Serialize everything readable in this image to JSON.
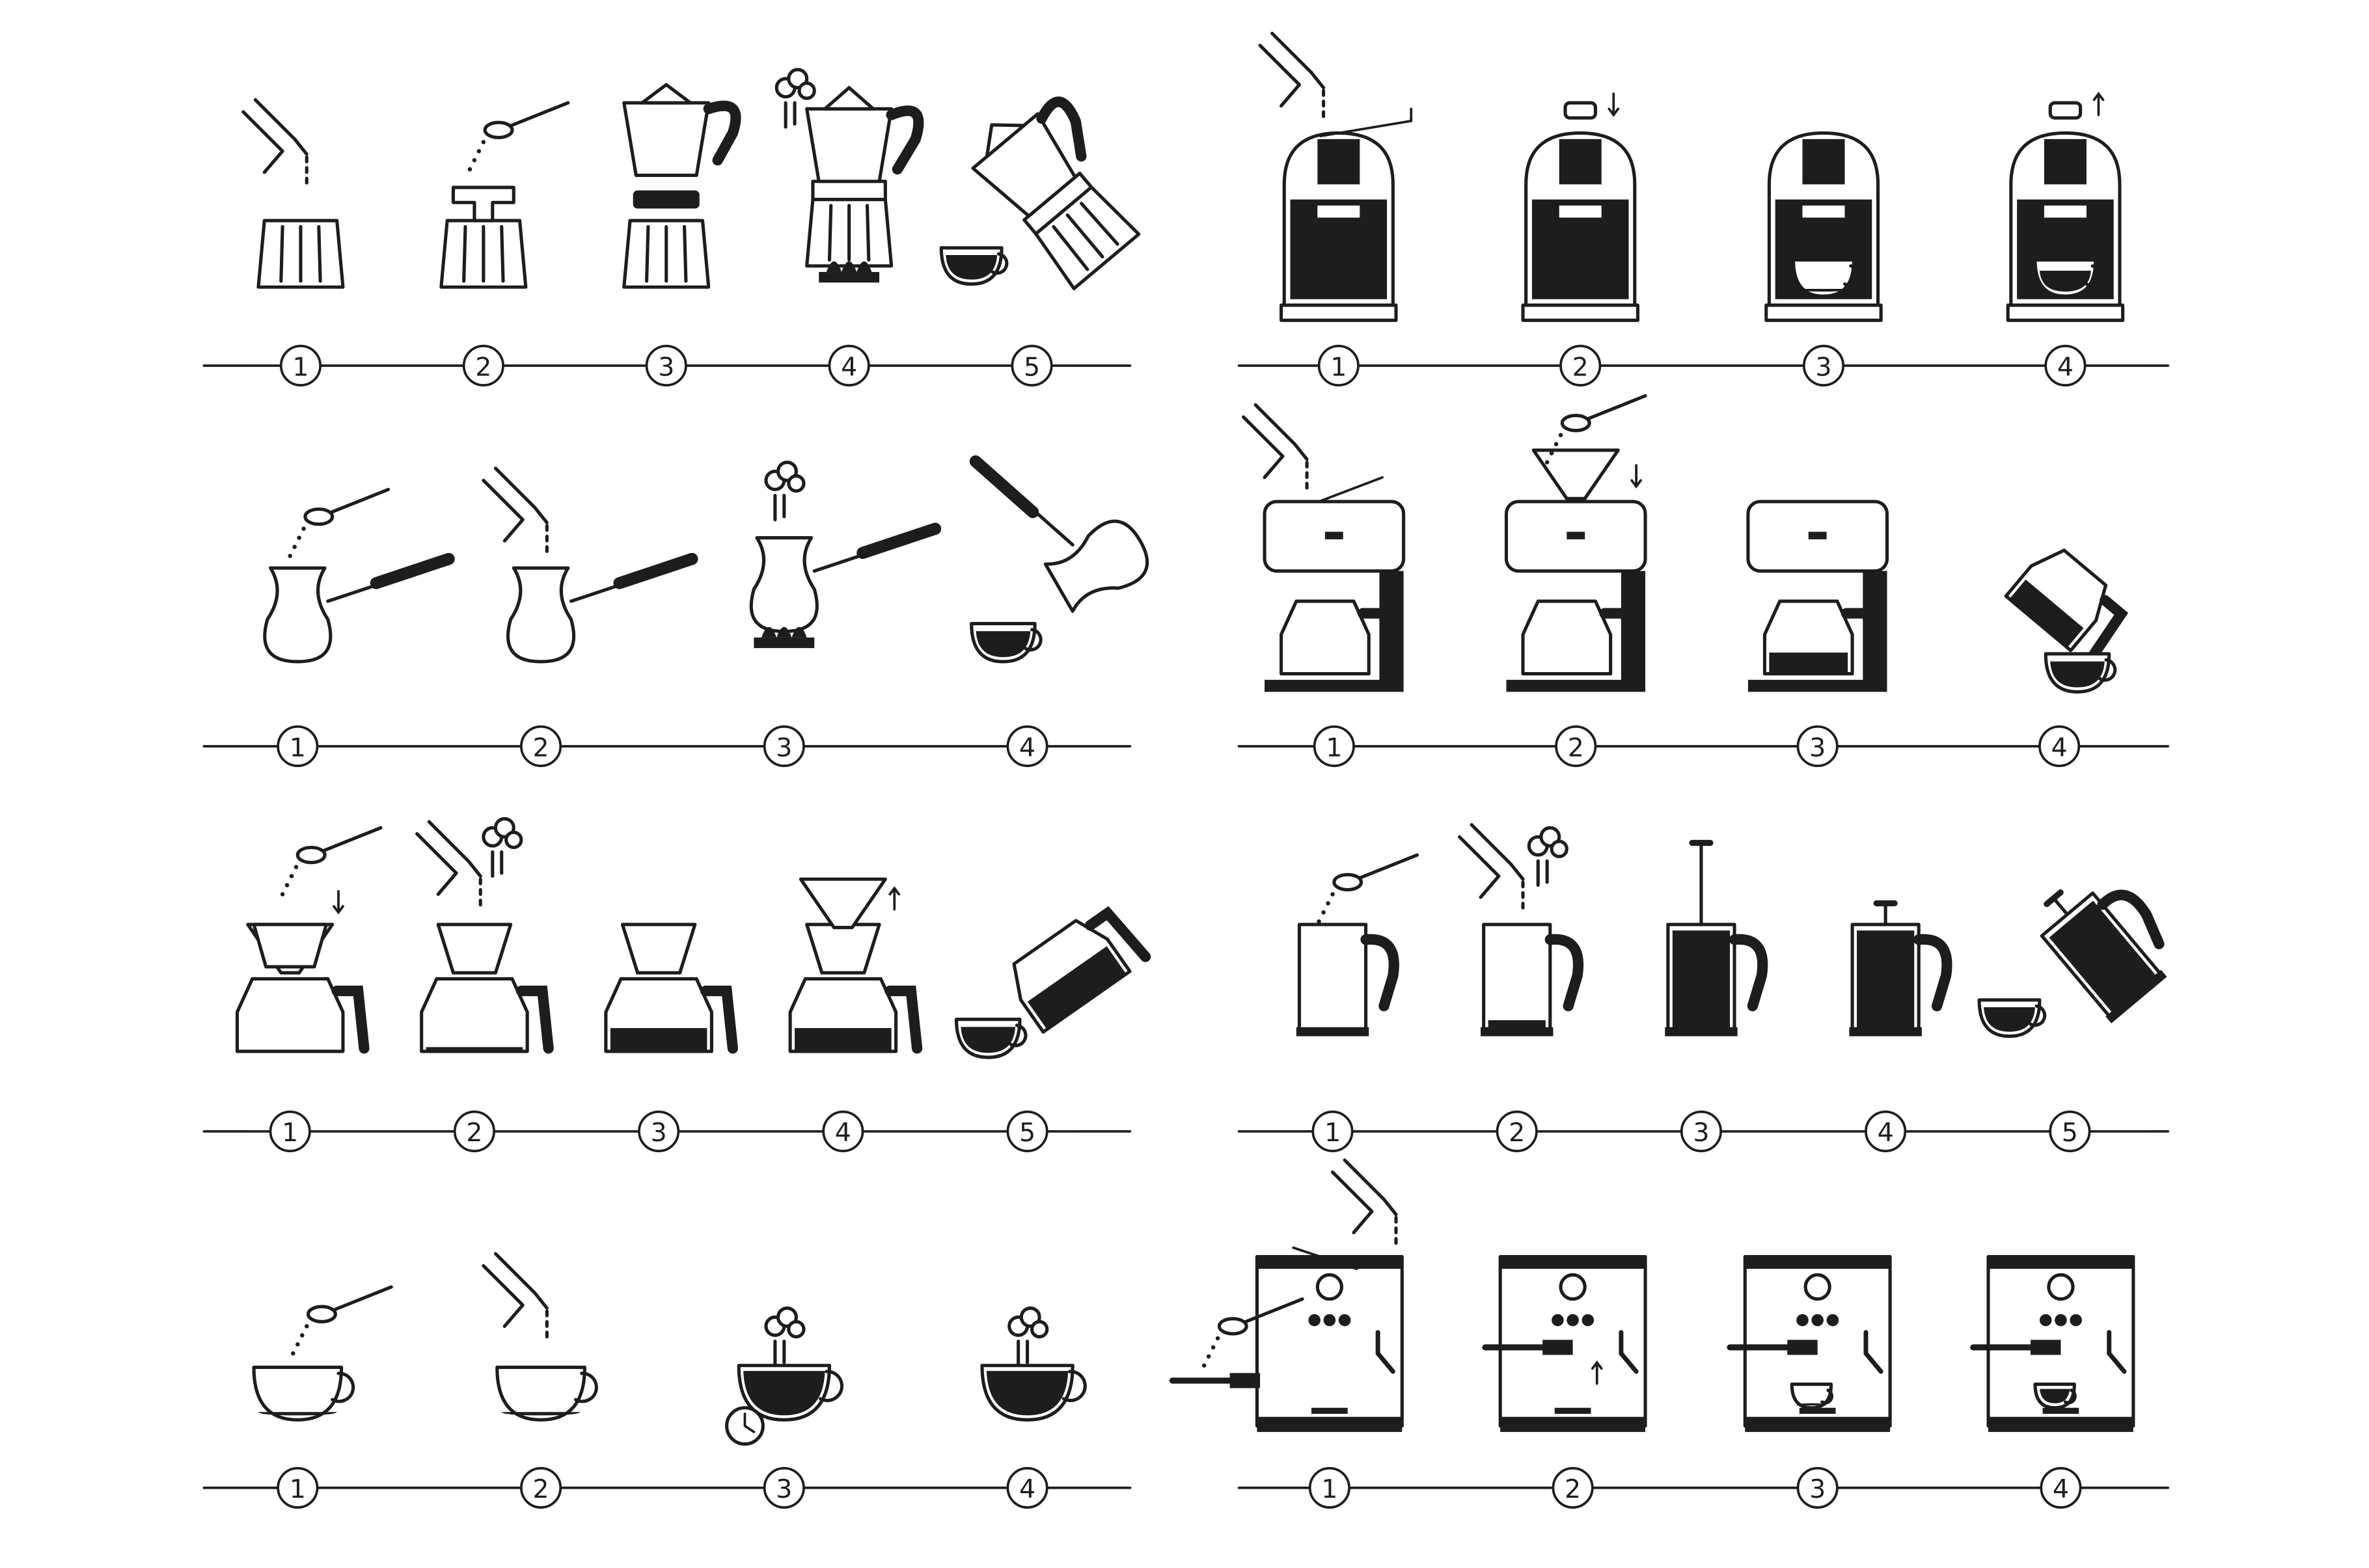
{
  "colors": {
    "ink": "#1d1d1b",
    "paper": "#ffffff"
  },
  "sections": [
    {
      "name": "moka-pot",
      "side": "left",
      "row": 0,
      "steps": [
        {
          "label": "1",
          "icon": "water-into-moka-base-icon",
          "kind": "moka-water"
        },
        {
          "label": "2",
          "icon": "coffee-into-moka-filter-icon",
          "kind": "moka-grounds"
        },
        {
          "label": "3",
          "icon": "assemble-moka-pot-icon",
          "kind": "moka-assemble"
        },
        {
          "label": "4",
          "icon": "moka-pot-on-stove-icon",
          "kind": "moka-heat"
        },
        {
          "label": "5",
          "icon": "pour-moka-into-cup-icon",
          "kind": "moka-pour"
        }
      ]
    },
    {
      "name": "cezve",
      "side": "left",
      "row": 1,
      "steps": [
        {
          "label": "1",
          "icon": "coffee-into-cezve-icon",
          "kind": "cezve-grounds"
        },
        {
          "label": "2",
          "icon": "water-into-cezve-icon",
          "kind": "cezve-water"
        },
        {
          "label": "3",
          "icon": "cezve-on-stove-icon",
          "kind": "cezve-heat"
        },
        {
          "label": "4",
          "icon": "pour-cezve-into-cup-icon",
          "kind": "cezve-pour"
        }
      ]
    },
    {
      "name": "pour-over",
      "side": "left",
      "row": 2,
      "steps": [
        {
          "label": "1",
          "icon": "coffee-into-dripper-icon",
          "kind": "po-grounds"
        },
        {
          "label": "2",
          "icon": "water-into-dripper-icon",
          "kind": "po-water"
        },
        {
          "label": "3",
          "icon": "dripping-into-carafe-icon",
          "kind": "po-drip"
        },
        {
          "label": "4",
          "icon": "remove-dripper-icon",
          "kind": "po-remove"
        },
        {
          "label": "5",
          "icon": "pour-carafe-into-cup-icon",
          "kind": "po-pour"
        }
      ]
    },
    {
      "name": "instant-cup",
      "side": "left",
      "row": 3,
      "steps": [
        {
          "label": "1",
          "icon": "coffee-into-cup-icon",
          "kind": "cup-grounds"
        },
        {
          "label": "2",
          "icon": "water-into-cup-icon",
          "kind": "cup-water"
        },
        {
          "label": "3",
          "icon": "cup-steeping-timer-icon",
          "kind": "cup-wait"
        },
        {
          "label": "4",
          "icon": "cup-ready-icon",
          "kind": "cup-ready"
        }
      ]
    },
    {
      "name": "capsule-machine",
      "side": "right",
      "row": 0,
      "steps": [
        {
          "label": "1",
          "icon": "water-into-capsule-machine-icon",
          "kind": "cap-water"
        },
        {
          "label": "2",
          "icon": "insert-capsule-icon",
          "kind": "cap-insert"
        },
        {
          "label": "3",
          "icon": "capsule-machine-brew-icon",
          "kind": "cap-brew"
        },
        {
          "label": "4",
          "icon": "remove-capsule-icon",
          "kind": "cap-remove"
        }
      ]
    },
    {
      "name": "drip-machine",
      "side": "right",
      "row": 1,
      "steps": [
        {
          "label": "1",
          "icon": "water-into-drip-machine-icon",
          "kind": "dm-water"
        },
        {
          "label": "2",
          "icon": "coffee-into-drip-filter-icon",
          "kind": "dm-grounds"
        },
        {
          "label": "3",
          "icon": "drip-machine-brewing-icon",
          "kind": "dm-brew"
        },
        {
          "label": "4",
          "icon": "pour-carafe-into-cup-icon",
          "kind": "dm-pour"
        }
      ]
    },
    {
      "name": "french-press",
      "side": "right",
      "row": 2,
      "steps": [
        {
          "label": "1",
          "icon": "coffee-into-french-press-icon",
          "kind": "fp-grounds"
        },
        {
          "label": "2",
          "icon": "water-into-french-press-icon",
          "kind": "fp-water"
        },
        {
          "label": "3",
          "icon": "french-press-steep-icon",
          "kind": "fp-steep"
        },
        {
          "label": "4",
          "icon": "press-plunger-icon",
          "kind": "fp-press"
        },
        {
          "label": "5",
          "icon": "pour-french-press-icon",
          "kind": "fp-pour"
        }
      ]
    },
    {
      "name": "espresso-machine",
      "side": "right",
      "row": 3,
      "steps": [
        {
          "label": "1",
          "icon": "fill-espresso-machine-icon",
          "kind": "es-fill"
        },
        {
          "label": "2",
          "icon": "insert-portafilter-icon",
          "kind": "es-insert"
        },
        {
          "label": "3",
          "icon": "espresso-extracting-icon",
          "kind": "es-brew"
        },
        {
          "label": "4",
          "icon": "espresso-ready-icon",
          "kind": "es-ready"
        }
      ]
    }
  ]
}
